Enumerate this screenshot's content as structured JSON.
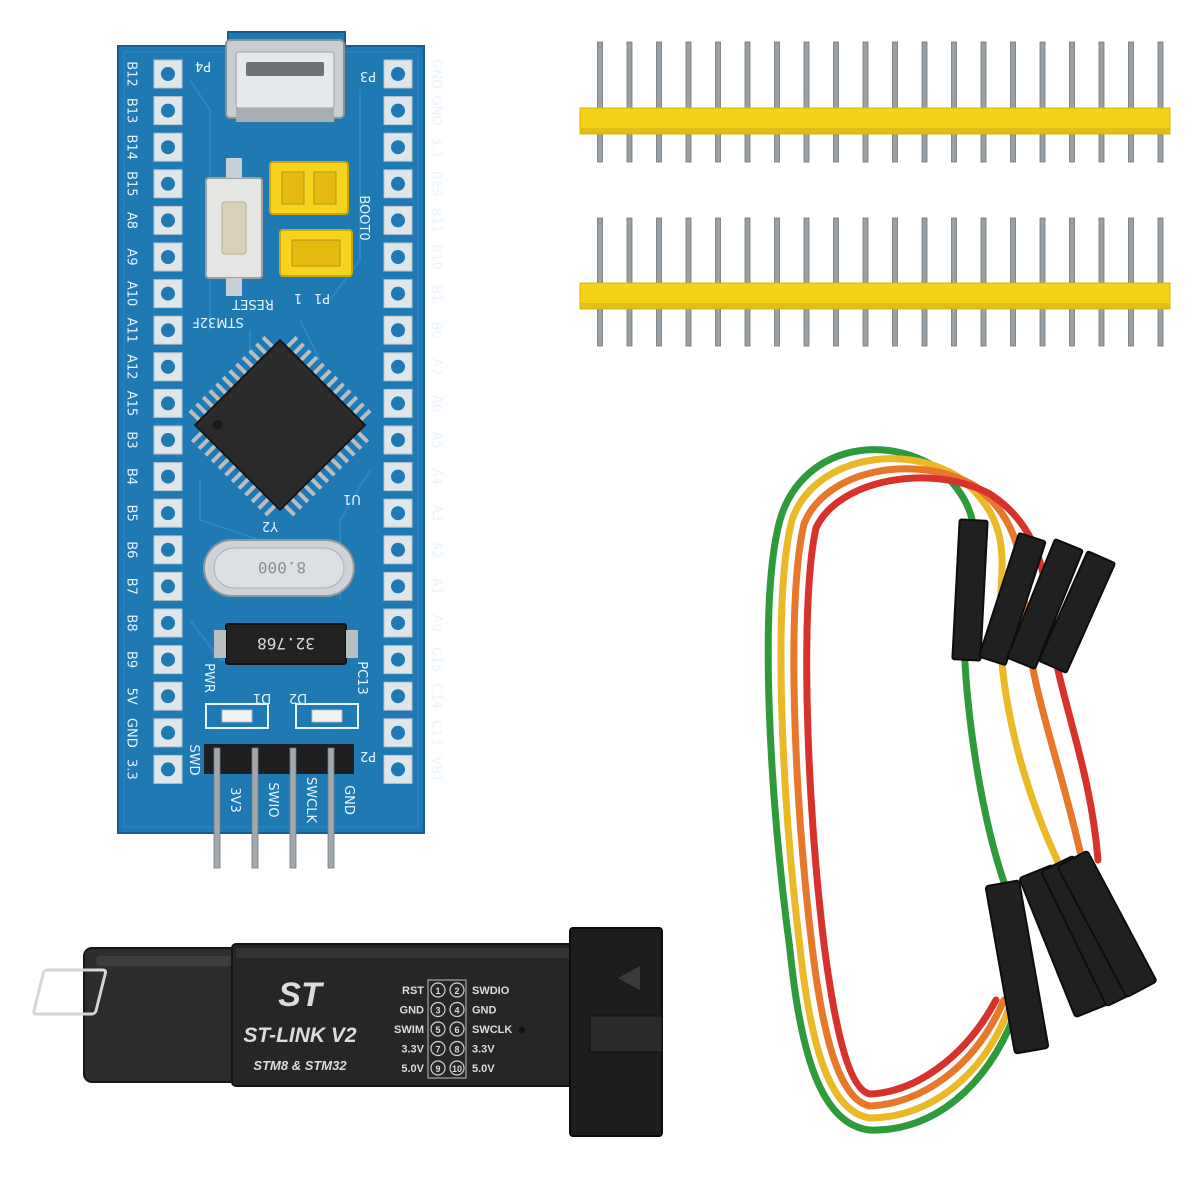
{
  "colors": {
    "pcb": "#1f79b3",
    "pcb_dark": "#155d8c",
    "header_plastic": "#f4d21a",
    "pin_metal": "#9aa0a4",
    "stlink_body": "#2a2a2a",
    "wire_green": "#2e9a3c",
    "wire_yellow": "#e9b928",
    "wire_orange": "#e7772a",
    "wire_red": "#d8322c"
  },
  "board": {
    "left_labels": [
      "B12",
      "B13",
      "B14",
      "B15",
      "A8",
      "A9",
      "A10",
      "A11",
      "A12",
      "A15",
      "B3",
      "B4",
      "B5",
      "B6",
      "B7",
      "B8",
      "B9",
      "5V",
      "GND",
      "3.3"
    ],
    "right_labels": [
      "GND",
      "GND",
      "3.3",
      "RES",
      "B11",
      "B10",
      "B1",
      "B0",
      "A7",
      "A6",
      "A5",
      "A4",
      "A3",
      "A2",
      "A1",
      "A0",
      "C15",
      "C14",
      "C13",
      "VBT"
    ],
    "silk": {
      "p4": "P4",
      "p3": "P3",
      "boot0": "BOOT0",
      "reset": "RESET",
      "p1": "P1",
      "one": "1",
      "stm32f": "STM32F",
      "u1": "U1",
      "y2": "Y2",
      "crystal": "8.000",
      "xtal2": "32.768",
      "pwr": "PWR",
      "pc13": "PC13",
      "d1": "D1",
      "d2": "D2",
      "swd": "SWD",
      "p2": "P2",
      "swd_pins": [
        "3V3",
        "SWIO",
        "SWCLK",
        "GND"
      ]
    }
  },
  "stlink": {
    "logo": "ST",
    "title": "ST-LINK V2",
    "subtitle": "STM8 & STM32",
    "pins": [
      {
        "left": "RST",
        "a": "1",
        "b": "2",
        "right": "SWDIO"
      },
      {
        "left": "GND",
        "a": "3",
        "b": "4",
        "right": "GND"
      },
      {
        "left": "SWIM",
        "a": "5",
        "b": "6",
        "right": "SWCLK"
      },
      {
        "left": "3.3V",
        "a": "7",
        "b": "8",
        "right": "3.3V"
      },
      {
        "left": "5.0V",
        "a": "9",
        "b": "10",
        "right": "5.0V"
      }
    ]
  }
}
